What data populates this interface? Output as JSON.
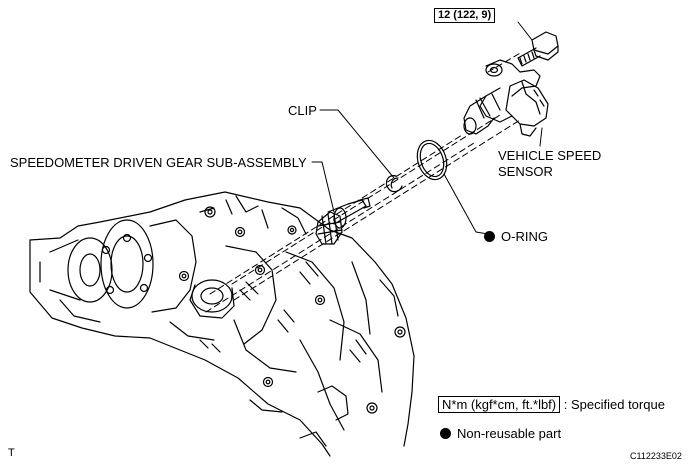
{
  "torque_value": "12 (122, 9)",
  "labels": {
    "clip": "CLIP",
    "driven_gear": "SPEEDOMETER DRIVEN GEAR SUB-ASSEMBLY",
    "vehicle_speed_line1": "VEHICLE SPEED",
    "vehicle_speed_line2": "SENSOR",
    "o_ring": "O-RING"
  },
  "legend": {
    "torque_unit": "N*m (kgf*cm, ft.*lbf)",
    "torque_desc": ": Specified torque",
    "non_reusable": "Non-reusable part"
  },
  "corner": {
    "left": "T",
    "right": "C112233E02"
  }
}
